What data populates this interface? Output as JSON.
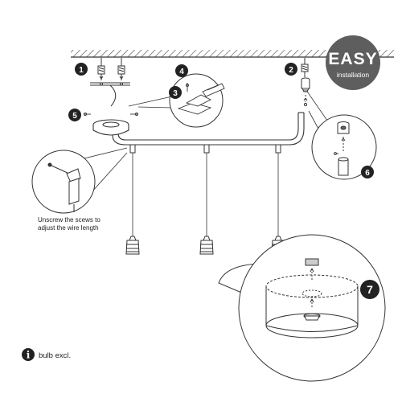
{
  "badge": {
    "title": "EASY",
    "subtitle": "installation",
    "color": "#5e5e5e"
  },
  "steps": [
    "1",
    "2",
    "3",
    "4",
    "5",
    "6",
    "7"
  ],
  "note": {
    "line1": "Unscrew the scews to",
    "line2": "adjust the wire length"
  },
  "footnote": {
    "icon": "info-icon",
    "text": "bulb excl."
  },
  "colors": {
    "line": "#333333",
    "step_fill": "#222222"
  }
}
